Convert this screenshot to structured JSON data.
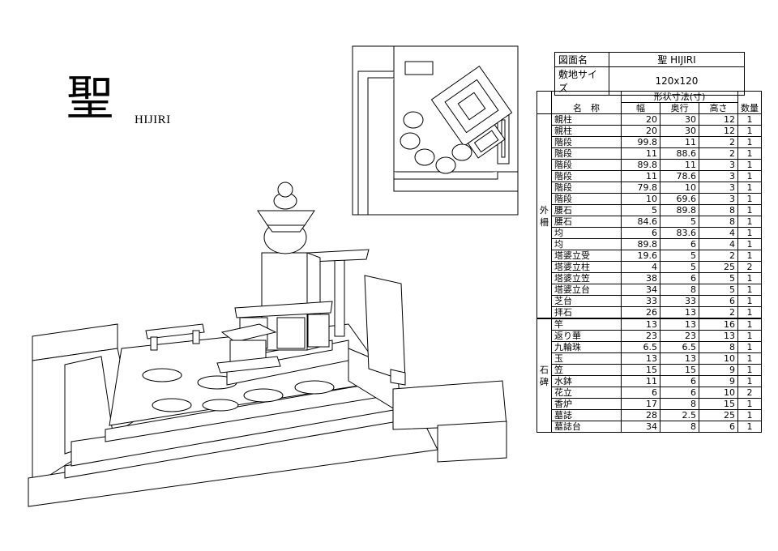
{
  "title": {
    "kanji": "聖",
    "roman": "HIJIRI"
  },
  "info": [
    {
      "label": "図面名",
      "value": "聖 HIJIRI"
    },
    {
      "label": "敷地サイズ",
      "value": "120x120"
    }
  ],
  "spec_table": {
    "header_group": "形状寸法(寸)",
    "name_header": "名　称",
    "columns": [
      "幅",
      "奥行",
      "高さ",
      "数量"
    ],
    "groups": [
      {
        "label": "外柵",
        "rows": [
          {
            "name": "親柱",
            "w": "20",
            "d": "30",
            "h": "12",
            "q": "1"
          },
          {
            "name": "親柱",
            "w": "20",
            "d": "30",
            "h": "12",
            "q": "1"
          },
          {
            "name": "階段",
            "w": "99.8",
            "d": "11",
            "h": "2",
            "q": "1"
          },
          {
            "name": "階段",
            "w": "11",
            "d": "88.6",
            "h": "2",
            "q": "1"
          },
          {
            "name": "階段",
            "w": "89.8",
            "d": "11",
            "h": "3",
            "q": "1"
          },
          {
            "name": "階段",
            "w": "11",
            "d": "78.6",
            "h": "3",
            "q": "1"
          },
          {
            "name": "階段",
            "w": "79.8",
            "d": "10",
            "h": "3",
            "q": "1"
          },
          {
            "name": "階段",
            "w": "10",
            "d": "69.6",
            "h": "3",
            "q": "1"
          },
          {
            "name": "腰石",
            "w": "5",
            "d": "89.8",
            "h": "8",
            "q": "1"
          },
          {
            "name": "腰石",
            "w": "84.6",
            "d": "5",
            "h": "8",
            "q": "1"
          },
          {
            "name": "均",
            "w": "6",
            "d": "83.6",
            "h": "4",
            "q": "1"
          },
          {
            "name": "均",
            "w": "89.8",
            "d": "6",
            "h": "4",
            "q": "1"
          },
          {
            "name": "塔婆立受",
            "w": "19.6",
            "d": "5",
            "h": "2",
            "q": "1"
          },
          {
            "name": "塔婆立柱",
            "w": "4",
            "d": "5",
            "h": "25",
            "q": "2"
          },
          {
            "name": "塔婆立笠",
            "w": "38",
            "d": "6",
            "h": "5",
            "q": "1"
          },
          {
            "name": "塔婆立台",
            "w": "34",
            "d": "8",
            "h": "5",
            "q": "1"
          },
          {
            "name": "芝台",
            "w": "33",
            "d": "33",
            "h": "6",
            "q": "1"
          },
          {
            "name": "拝石",
            "w": "26",
            "d": "13",
            "h": "2",
            "q": "1"
          }
        ]
      },
      {
        "label": "石碑",
        "rows": [
          {
            "name": "竿",
            "w": "13",
            "d": "13",
            "h": "16",
            "q": "1"
          },
          {
            "name": "返り華",
            "w": "23",
            "d": "23",
            "h": "13",
            "q": "1"
          },
          {
            "name": "九輪珠",
            "w": "6.5",
            "d": "6.5",
            "h": "8",
            "q": "1"
          },
          {
            "name": "玉",
            "w": "13",
            "d": "13",
            "h": "10",
            "q": "1"
          },
          {
            "name": "笠",
            "w": "15",
            "d": "15",
            "h": "9",
            "q": "1"
          },
          {
            "name": "水鉢",
            "w": "11",
            "d": "6",
            "h": "9",
            "q": "1"
          },
          {
            "name": "花立",
            "w": "6",
            "d": "6",
            "h": "10",
            "q": "2"
          },
          {
            "name": "香炉",
            "w": "17",
            "d": "8",
            "h": "15",
            "q": "1"
          },
          {
            "name": "墓誌",
            "w": "28",
            "d": "2.5",
            "h": "25",
            "q": "1"
          },
          {
            "name": "墓誌台",
            "w": "34",
            "d": "8",
            "h": "6",
            "q": "1"
          }
        ]
      }
    ]
  }
}
